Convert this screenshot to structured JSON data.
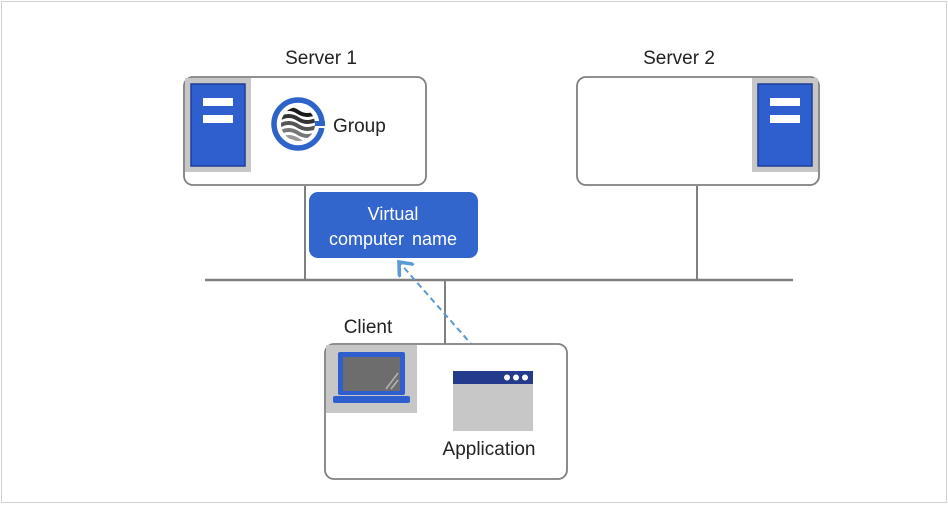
{
  "server1": {
    "label": "Server 1",
    "group_label": "Group"
  },
  "server2": {
    "label": "Server 2"
  },
  "virtual_name": {
    "line1": "Virtual",
    "line2": "computer name"
  },
  "client": {
    "label": "Client",
    "app_label": "Application"
  },
  "colors": {
    "accent": "#3366cc",
    "server_blue": "#2f5fcf",
    "gray": "#c7c7c7",
    "line": "#808080",
    "dashed_arrow": "#5b9bd5"
  },
  "icons": {
    "server": "server-icon",
    "group": "group-logo-icon",
    "laptop": "laptop-icon",
    "app_window": "application-window-icon"
  }
}
